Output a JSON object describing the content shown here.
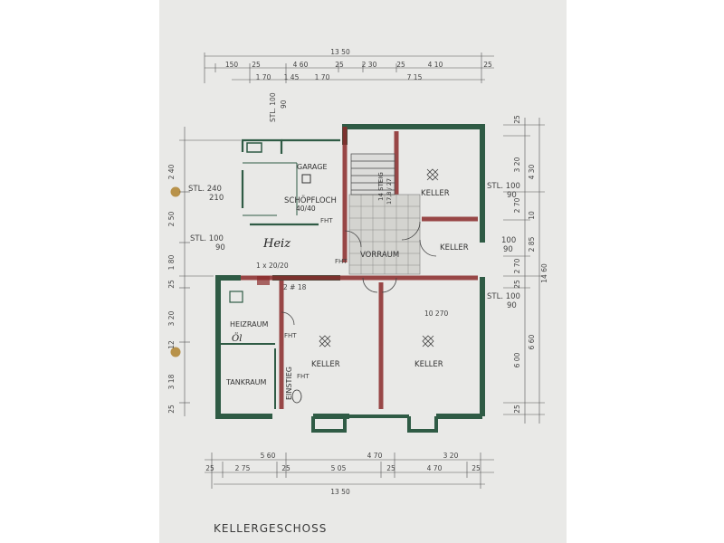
{
  "title": "KELLERGESCHOSS",
  "rooms": {
    "garage": "GARAGE",
    "schoepfloch": "SCHÖPFLOCH",
    "schoepfloch_size": "40/40",
    "keller_nw": "KELLER",
    "keller_e": "KELLER",
    "keller_c": "KELLER",
    "keller_se": "KELLER",
    "vorraum": "VORRAUM",
    "heizraum": "HEIZRAUM",
    "tankraum": "TANKRAUM",
    "einstieg": "EINSTIEG",
    "stair": "14 STEIG",
    "stair_ratio": "17,8 / 27"
  },
  "handwritten": {
    "heiz": "Heiz",
    "oel": "Öl"
  },
  "notes": {
    "stl240": "STL. 240",
    "v210": "210",
    "stl100_a": "STL. 100",
    "v90_a": "90",
    "stl100_top": "STL. 100",
    "v90_top": "90",
    "stl100_r1": "STL. 100",
    "v90_r1": "90",
    "v100": "100",
    "v90_r2": "90",
    "stl100_r3": "STL. 100",
    "v90_r3": "90",
    "window": "1 x 20/20",
    "opening": "2 # 18",
    "inner_dim": "10   270",
    "fht": "FHT"
  },
  "dims": {
    "top_total": "13 50",
    "top_row1": [
      "150",
      "25",
      "4 60",
      "25",
      "2 30",
      "25",
      "4 10",
      "25"
    ],
    "top_row2": [
      "1 70",
      "1 45",
      "1 70",
      "7 15"
    ],
    "bottom_row1": [
      "5 60",
      "4 70",
      "3 20"
    ],
    "bottom_row2": [
      "25",
      "2 75",
      "25",
      "5 05",
      "25",
      "4 70",
      "25"
    ],
    "bottom_total": "13 50",
    "left": [
      "2 40",
      "2 50",
      "1 80",
      "25",
      "3 20",
      "12",
      "3 18",
      "25"
    ],
    "right_inner": [
      "25",
      "3 20",
      "2 70",
      "10",
      "2 85",
      "2 70",
      "25",
      "6 00",
      "25"
    ],
    "right_outer": [
      "4 30",
      "14 60",
      "6 60"
    ]
  }
}
